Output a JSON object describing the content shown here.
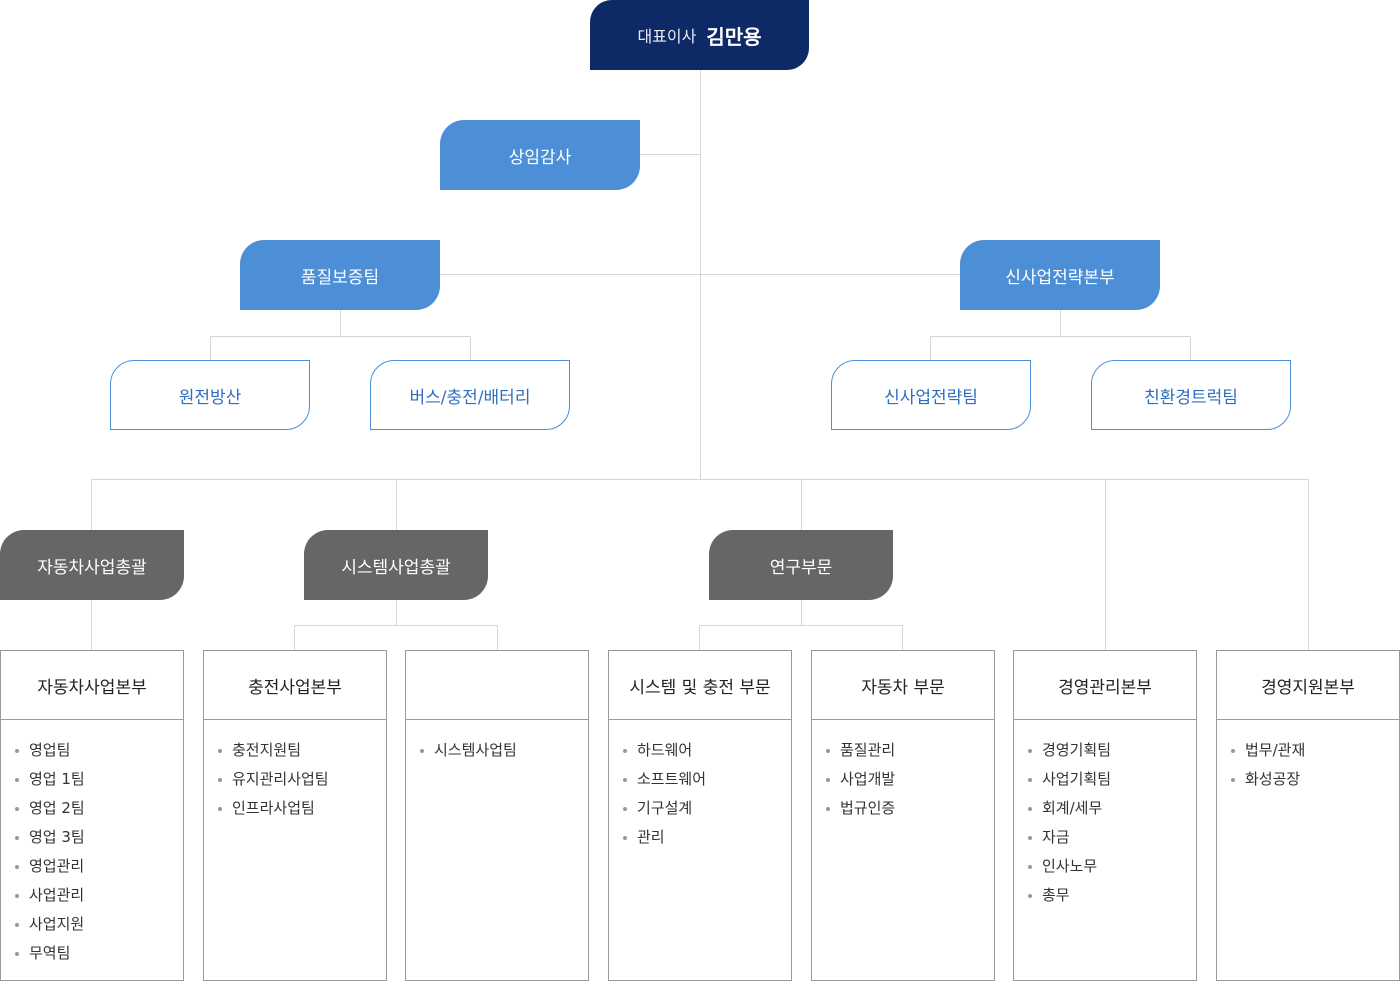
{
  "ceo": {
    "title": "대표이사",
    "name": "김만용"
  },
  "auditor": "상임감사",
  "quality_team": {
    "label": "품질보증팀",
    "children": [
      "원전방산",
      "버스/충전/배터리"
    ]
  },
  "new_biz": {
    "label": "신사업전략본부",
    "children": [
      "신사업전략팀",
      "친환경트럭팀"
    ]
  },
  "divisions": [
    "자동차사업총괄",
    "시스템사업총괄",
    "연구부문"
  ],
  "departments": [
    {
      "name": "자동차사업본부",
      "items": [
        "영업팀",
        "영업 1팀",
        "영업 2팀",
        "영업 3팀",
        "영업관리",
        "사업관리",
        "사업지원",
        "무역팀"
      ]
    },
    {
      "name": "충전사업본부",
      "items": [
        "충전지원팀",
        "유지관리사업팀",
        "인프라사업팀"
      ]
    },
    {
      "name": "",
      "items": [
        "시스템사업팀"
      ]
    },
    {
      "name": "시스템 및 충전 부문",
      "items": [
        "하드웨어",
        "소프트웨어",
        "기구설계",
        "관리"
      ]
    },
    {
      "name": "자동차 부문",
      "items": [
        "품질관리",
        "사업개발",
        "법규인증"
      ]
    },
    {
      "name": "경영관리본부",
      "items": [
        "경영기획팀",
        "사업기획팀",
        "회계/세무",
        "자금",
        "인사노무",
        "총무"
      ]
    },
    {
      "name": "경영지원본부",
      "items": [
        "법무/관재",
        "화성공장"
      ]
    }
  ],
  "colors": {
    "navy": "#0d2a66",
    "blue": "#4d8fd6",
    "gray": "#666666",
    "line": "#d5d5d5"
  }
}
